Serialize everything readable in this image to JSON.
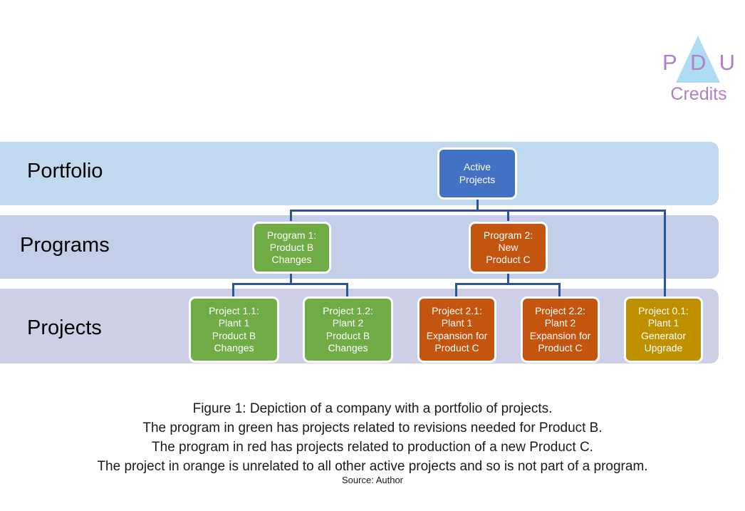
{
  "logo": {
    "letters": [
      "P",
      "D",
      "U"
    ],
    "subtitle": "Credits",
    "triangle_color": "#AEDDF3",
    "text_color": "#B07FC9"
  },
  "bands": [
    {
      "key": "portfolio",
      "label": "Portfolio",
      "color": "#C0D9EF"
    },
    {
      "key": "programs",
      "label": "Programs",
      "color": "#C3CEE8"
    },
    {
      "key": "projects",
      "label": "Projects",
      "color": "#CCCFE6"
    }
  ],
  "nodes": {
    "active_projects": {
      "label": "Active\nProjects",
      "color": "#4372C4"
    },
    "program_1": {
      "label": "Program 1:\nProduct B\nChanges",
      "color": "#6FAC46"
    },
    "program_2": {
      "label": "Program 2:\nNew\nProduct C",
      "color": "#C4550F"
    },
    "project_1_1": {
      "label": "Project 1.1:\nPlant 1\nProduct B\nChanges",
      "color": "#6FAC46"
    },
    "project_1_2": {
      "label": "Project 1.2:\nPlant 2\nProduct B\nChanges",
      "color": "#6FAC46"
    },
    "project_2_1": {
      "label": "Project 2.1:\nPlant 1\nExpansion for\nProduct C",
      "color": "#C4550F"
    },
    "project_2_2": {
      "label": "Project 2.2:\nPlant 2\nExpansion for\nProduct C",
      "color": "#C4550F"
    },
    "project_0_1": {
      "label": "Project 0.1:\nPlant 1\nGenerator\nUpgrade",
      "color": "#BE9000"
    }
  },
  "connector_color": "#2E5395",
  "caption": {
    "line1": "Figure 1: Depiction of a company with a portfolio of projects.",
    "line2": "The program in green has projects related to revisions needed for Product B.",
    "line3": "The program in red has projects related to production of a new Product C.",
    "line4": "The project in orange is unrelated to all other active projects and so is not part of a program.",
    "source": "Source: Author"
  },
  "chart_data": {
    "type": "diagram",
    "title": "Figure 1: Depiction of a company with a portfolio of projects.",
    "tiers": [
      "Portfolio",
      "Programs",
      "Projects"
    ],
    "hierarchy": {
      "root": "Active Projects",
      "children": [
        {
          "name": "Program 1: Product B Changes",
          "color": "green",
          "children": [
            "Project 1.1: Plant 1 Product B Changes",
            "Project 1.2: Plant 2 Product B Changes"
          ]
        },
        {
          "name": "Program 2: New Product C",
          "color": "red",
          "children": [
            "Project 2.1: Plant 1 Expansion for Product C",
            "Project 2.2: Plant 2 Expansion for Product C"
          ]
        },
        {
          "name": "Project 0.1: Plant 1 Generator Upgrade",
          "color": "orange",
          "children": []
        }
      ]
    }
  }
}
